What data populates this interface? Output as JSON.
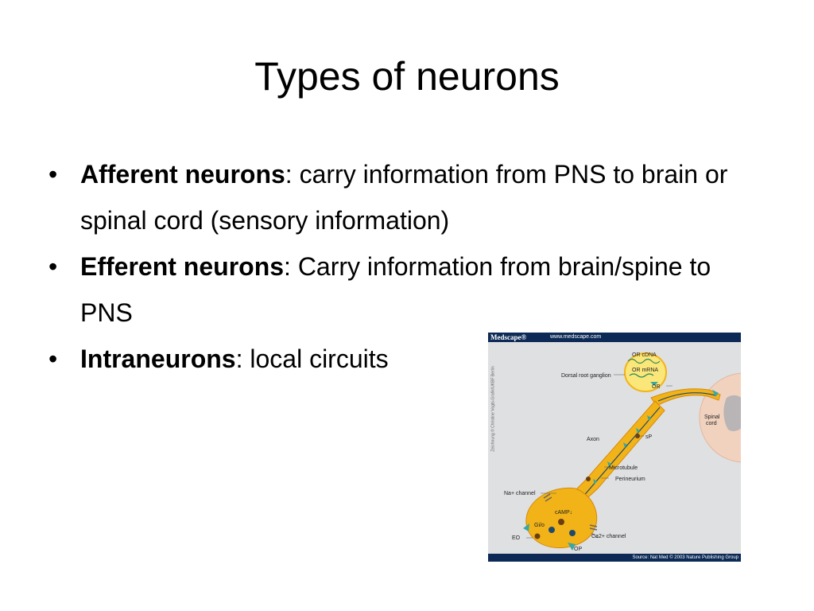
{
  "slide": {
    "title": "Types of neurons",
    "bullet_glyph": "•",
    "bullets": [
      {
        "term": "Afferent neurons",
        "text": ": carry information from PNS to brain or spinal cord (sensory information)"
      },
      {
        "term": "Efferent neurons",
        "text": ": Carry information from brain/spine to PNS"
      },
      {
        "term": "Intraneurons",
        "text": ": local circuits"
      }
    ]
  },
  "figure": {
    "brand": "Medscape®",
    "url": "www.medscape.com",
    "side_credit": "Zeichnung © Christine Vogts-Grafik/UKBF Berlin",
    "source": "Source: Nat Med © 2003 Nature Publishing Group",
    "labels": {
      "or_cdna": "OR cDNA",
      "or_mrna": "OR mRNA",
      "dorsal_root_ganglion": "Dorsal root ganglion",
      "or": "OR",
      "spinal": "Spinal",
      "cord": "cord",
      "sp": "sP",
      "axon": "Axon",
      "microtubule": "Microtubule",
      "perineurium": "Perineurium",
      "na_channel": "Na+ channel",
      "camp": "cAMP↓",
      "gio": "Gi/o",
      "eo": "EO",
      "ca_channel": "Ca2+ channel",
      "op": "OP"
    },
    "colors": {
      "header": "#0c2a55",
      "background": "#dfe0e2",
      "neuron": "#f2b318",
      "neuron_outline": "#d68a0a",
      "nucleus": "#fbe67a",
      "receptor": "#3aa7a0",
      "spinal_cord": "#f1d2bf"
    }
  }
}
